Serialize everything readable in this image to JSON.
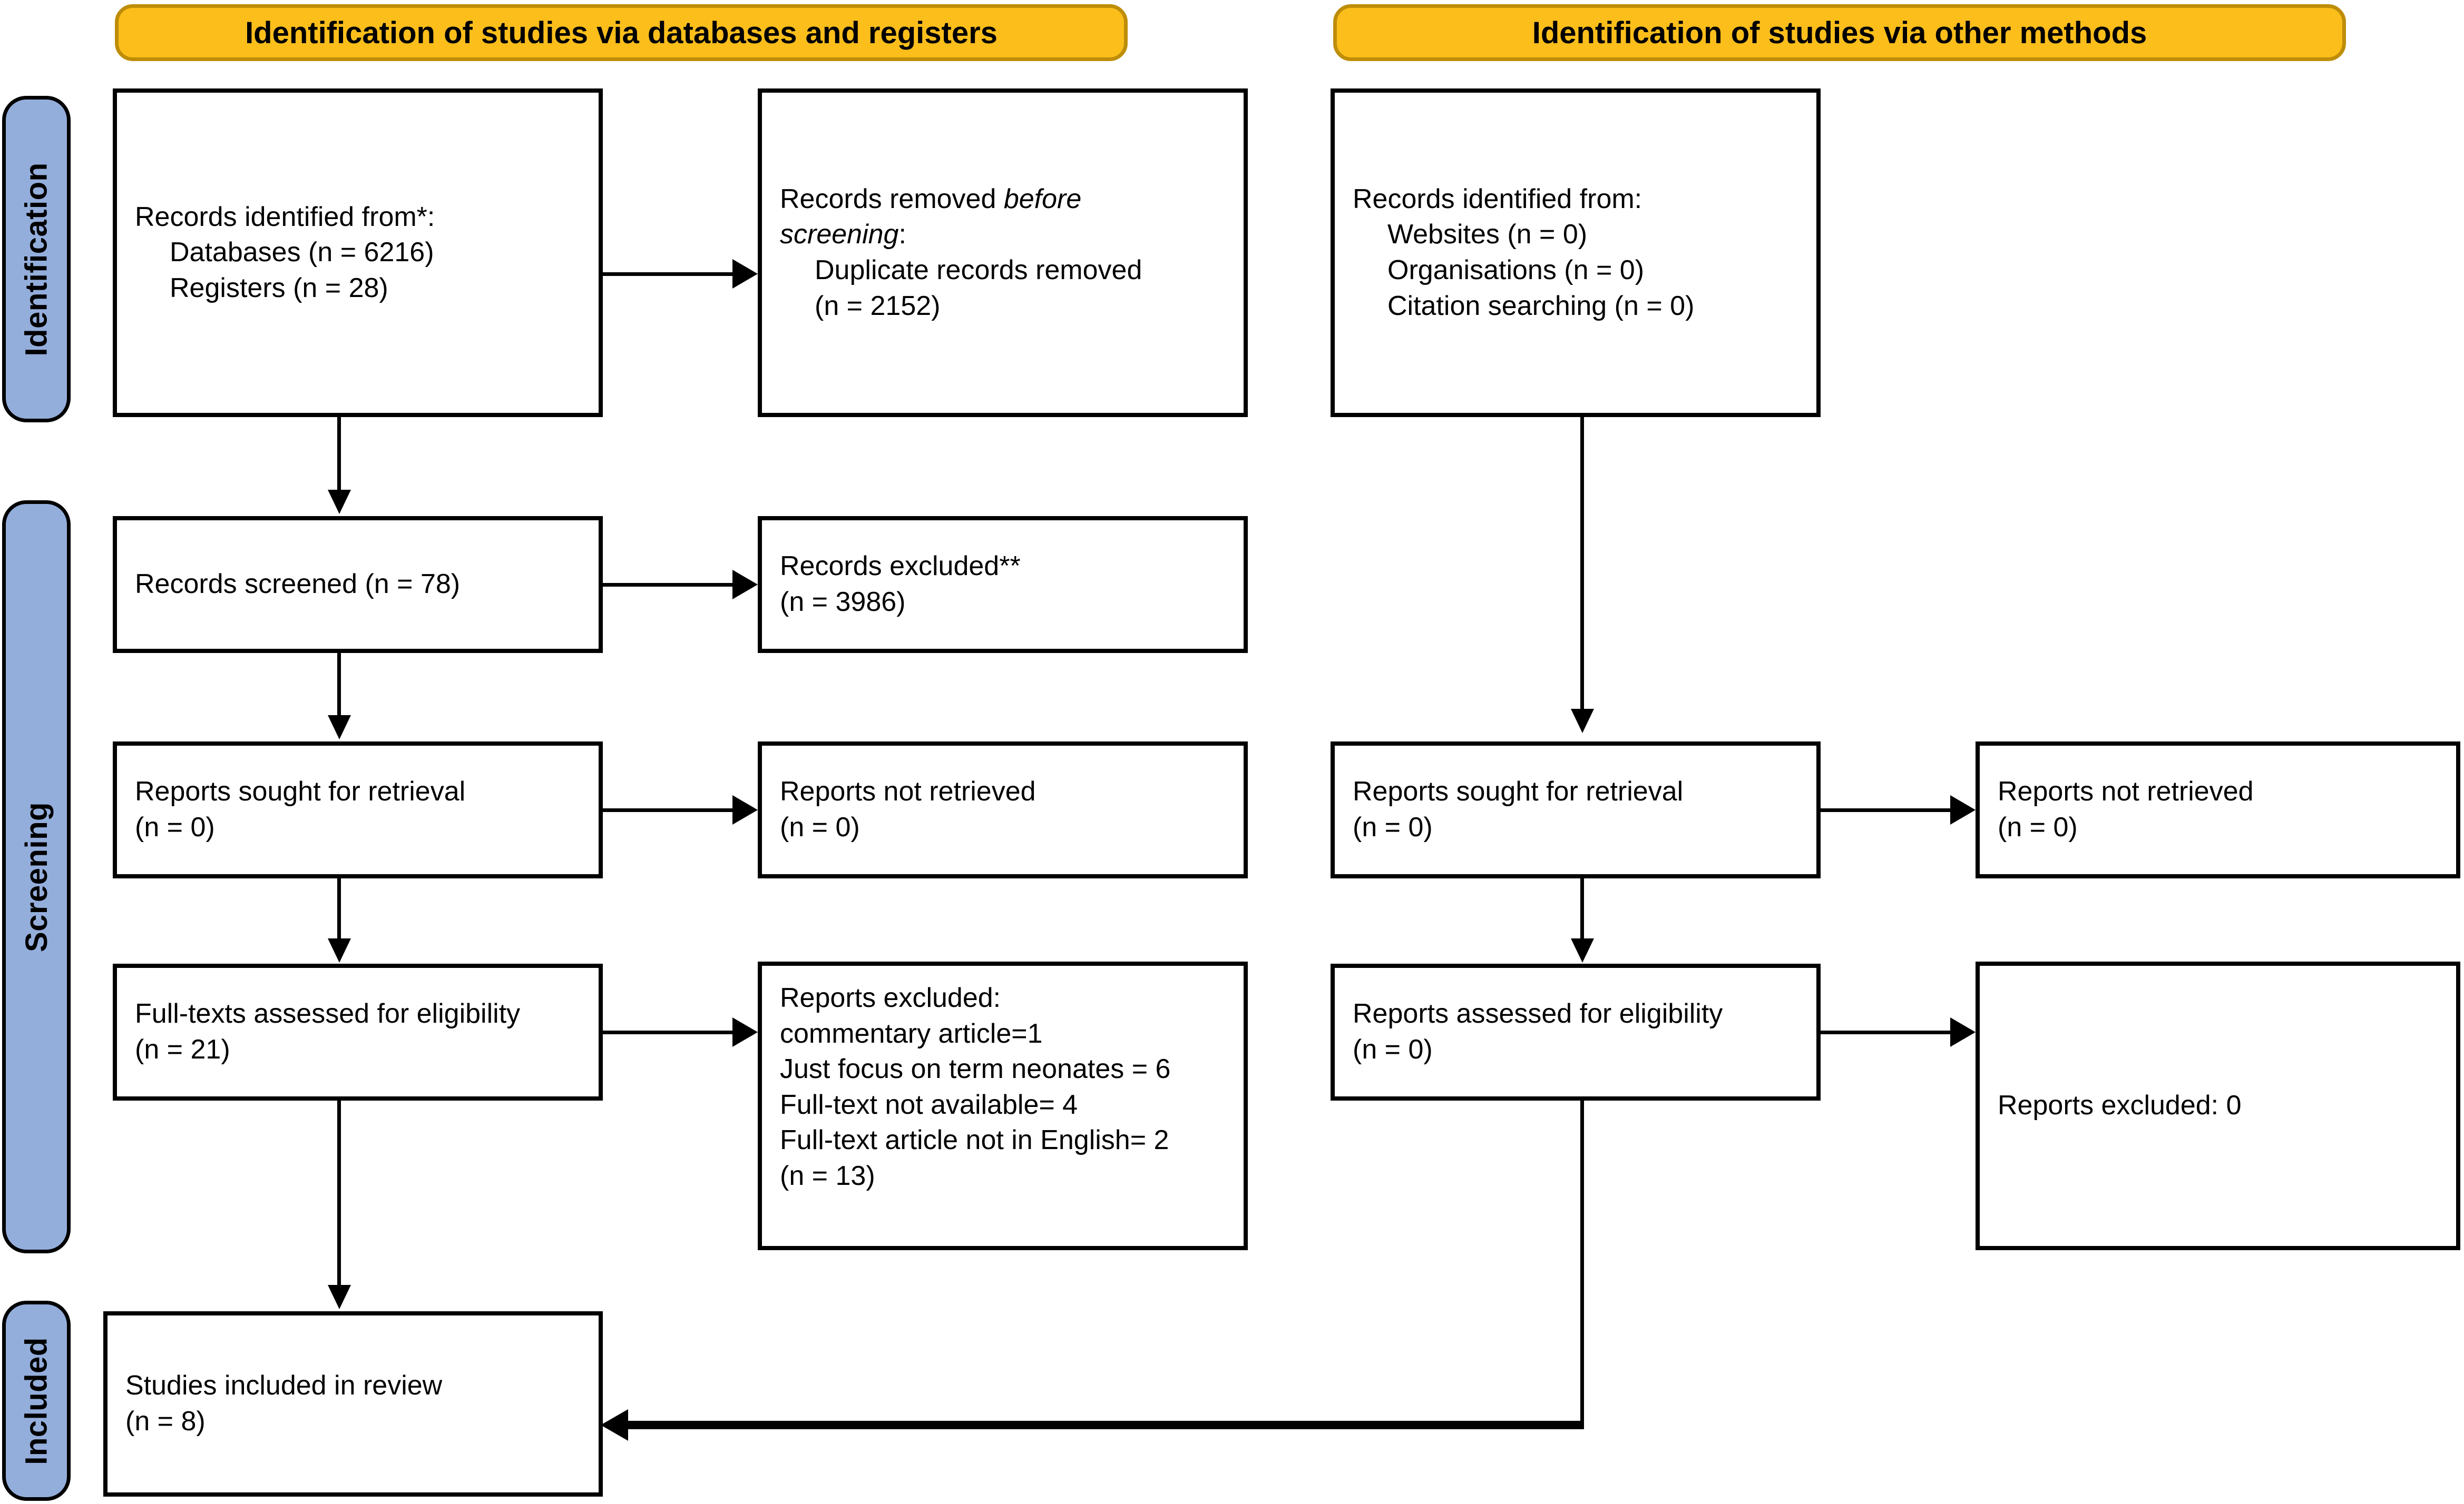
{
  "headers": {
    "databases": "Identification of studies via databases and registers",
    "other_methods": "Identification of studies via other methods"
  },
  "phases": [
    {
      "label": "Identification"
    },
    {
      "label": "Screening"
    },
    {
      "label": "Included"
    }
  ],
  "colors": {
    "header_fill": "#FBBE1B",
    "header_border": "#BE8D08",
    "phase_fill": "#94AEDC",
    "box_border": "#000000",
    "box_fill": "#FFFFFF"
  },
  "left_column": {
    "identified": {
      "line1": "Records identified from*:",
      "line2": "Databases (n = 6216)",
      "line3": "Registers (n = 28)"
    },
    "removed": {
      "line1_prefix": "Records removed ",
      "line1_italic": "before",
      "line2_italic": "screening",
      "line2_suffix": ":",
      "line3": "Duplicate records removed",
      "line4": "(n = 2152)"
    },
    "screened": {
      "line1": "Records screened (n = 78)"
    },
    "excluded": {
      "line1": "Records excluded**",
      "line2": "(n = 3986)"
    },
    "sought": {
      "line1": "Reports sought for retrieval",
      "line2": "(n = 0)"
    },
    "not_retrieved": {
      "line1": "Reports not retrieved",
      "line2": "(n = 0)"
    },
    "assessed": {
      "line1": "Full-texts assessed for eligibility",
      "line2": "(n = 21)"
    },
    "reports_excluded": {
      "line1": "Reports excluded:",
      "line2": "commentary article=1",
      "line3": "Just focus on term neonates = 6",
      "line4": "Full-text not available= 4",
      "line5": "Full-text article not in English= 2",
      "line6": "(n = 13)"
    }
  },
  "right_column": {
    "identified": {
      "line1": "Records identified from:",
      "line2": "Websites (n = 0)",
      "line3": "Organisations (n = 0)",
      "line4": "Citation searching (n = 0)"
    },
    "sought": {
      "line1": "Reports sought for retrieval",
      "line2": "(n = 0)"
    },
    "not_retrieved": {
      "line1": "Reports not retrieved",
      "line2": "(n = 0)"
    },
    "assessed": {
      "line1": "Reports assessed for eligibility",
      "line2": "(n = 0)"
    },
    "reports_excluded": {
      "line1": "Reports excluded: 0"
    }
  },
  "included": {
    "line1": "Studies included in review",
    "line2": "(n = 8)"
  }
}
